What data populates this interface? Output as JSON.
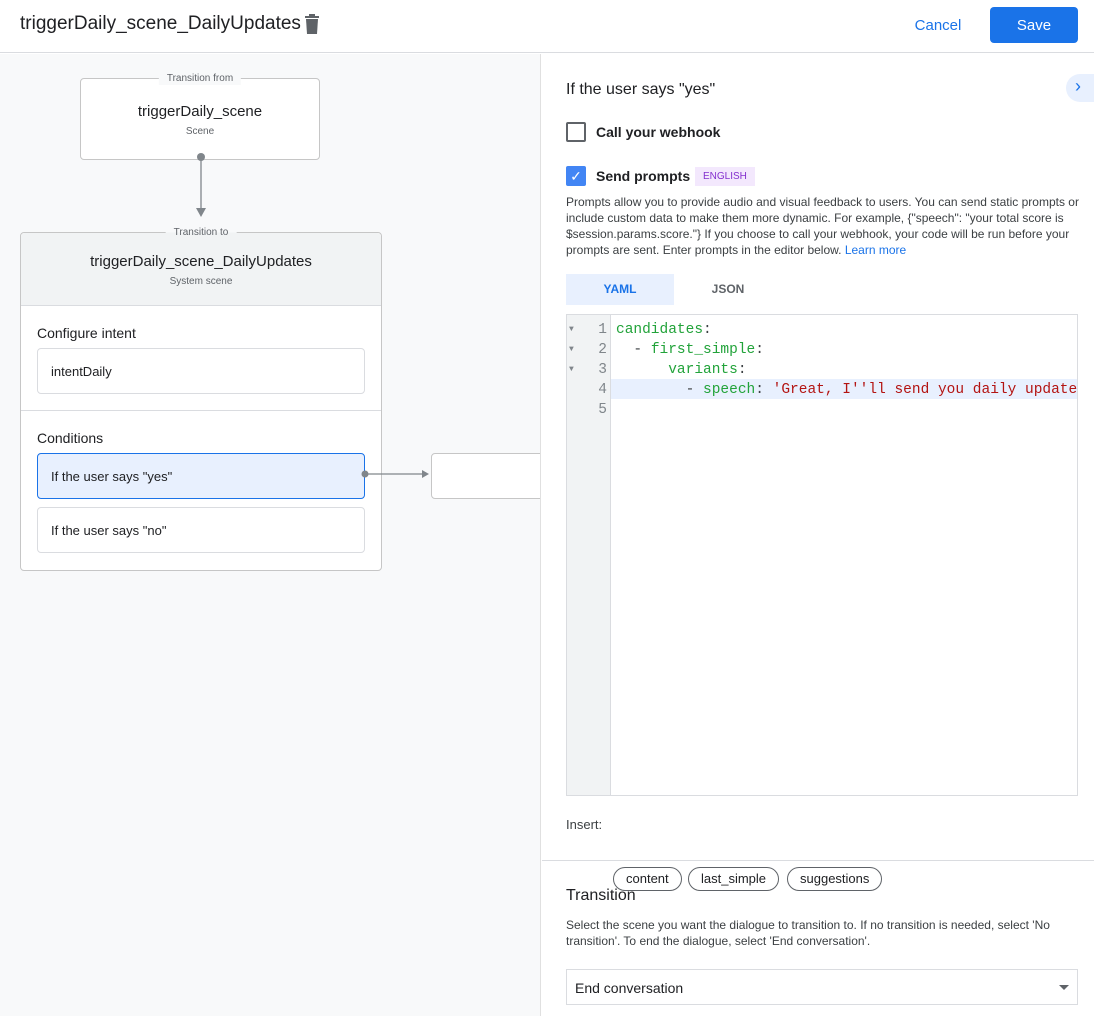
{
  "header": {
    "title": "triggerDaily_scene_DailyUpdates",
    "cancel_label": "Cancel",
    "save_label": "Save"
  },
  "canvas": {
    "from": {
      "legend": "Transition from",
      "name": "triggerDaily_scene",
      "type": "Scene"
    },
    "to": {
      "legend": "Transition to",
      "name": "triggerDaily_scene_DailyUpdates",
      "type": "System scene",
      "intent_heading": "Configure intent",
      "intent": "intentDaily",
      "conditions_heading": "Conditions",
      "conditions": [
        "If the user says \"yes\"",
        "If the user says \"no\""
      ]
    }
  },
  "panel": {
    "heading": "If the user says \"yes\"",
    "webhook_label": "Call your webhook",
    "webhook_checked": false,
    "prompts_label": "Send prompts",
    "prompts_checked": true,
    "language_badge": "ENGLISH",
    "description": "Prompts allow you to provide audio and visual feedback to users. You can send static prompts or include custom data to make them more dynamic. For example, {\"speech\": \"your total score is $session.params.score.\"} If you choose to call your webhook, your code will be run before your prompts are sent. Enter prompts in the editor below. ",
    "learn_more": "Learn more",
    "tabs": [
      {
        "label": "YAML",
        "active": true
      },
      {
        "label": "JSON",
        "active": false
      }
    ],
    "code_lines": [
      {
        "n": "1",
        "indent": "",
        "dash": "",
        "key": "candidates",
        "colon": ":",
        "val": ""
      },
      {
        "n": "2",
        "indent": "  ",
        "dash": "- ",
        "key": "first_simple",
        "colon": ":",
        "val": ""
      },
      {
        "n": "3",
        "indent": "      ",
        "dash": "",
        "key": "variants",
        "colon": ":",
        "val": ""
      },
      {
        "n": "4",
        "indent": "        ",
        "dash": "- ",
        "key": "speech",
        "colon": ": ",
        "val": "'Great, I''ll send you daily updates."
      },
      {
        "n": "5",
        "indent": "",
        "dash": "",
        "key": "",
        "colon": "",
        "val": ""
      }
    ],
    "insert_label": "Insert:",
    "insert_chips": [
      "content",
      "last_simple",
      "suggestions"
    ],
    "transition_heading": "Transition",
    "transition_desc": "Select the scene you want the dialogue to transition to. If no transition is needed, select 'No transition'. To end the dialogue, select 'End conversation'.",
    "transition_value": "End conversation"
  },
  "colors": {
    "accent": "#1a73e8",
    "yaml_key": "#22a33a",
    "yaml_string": "#b31412",
    "badge_bg": "#f3e8fd",
    "badge_text": "#8430ce"
  }
}
